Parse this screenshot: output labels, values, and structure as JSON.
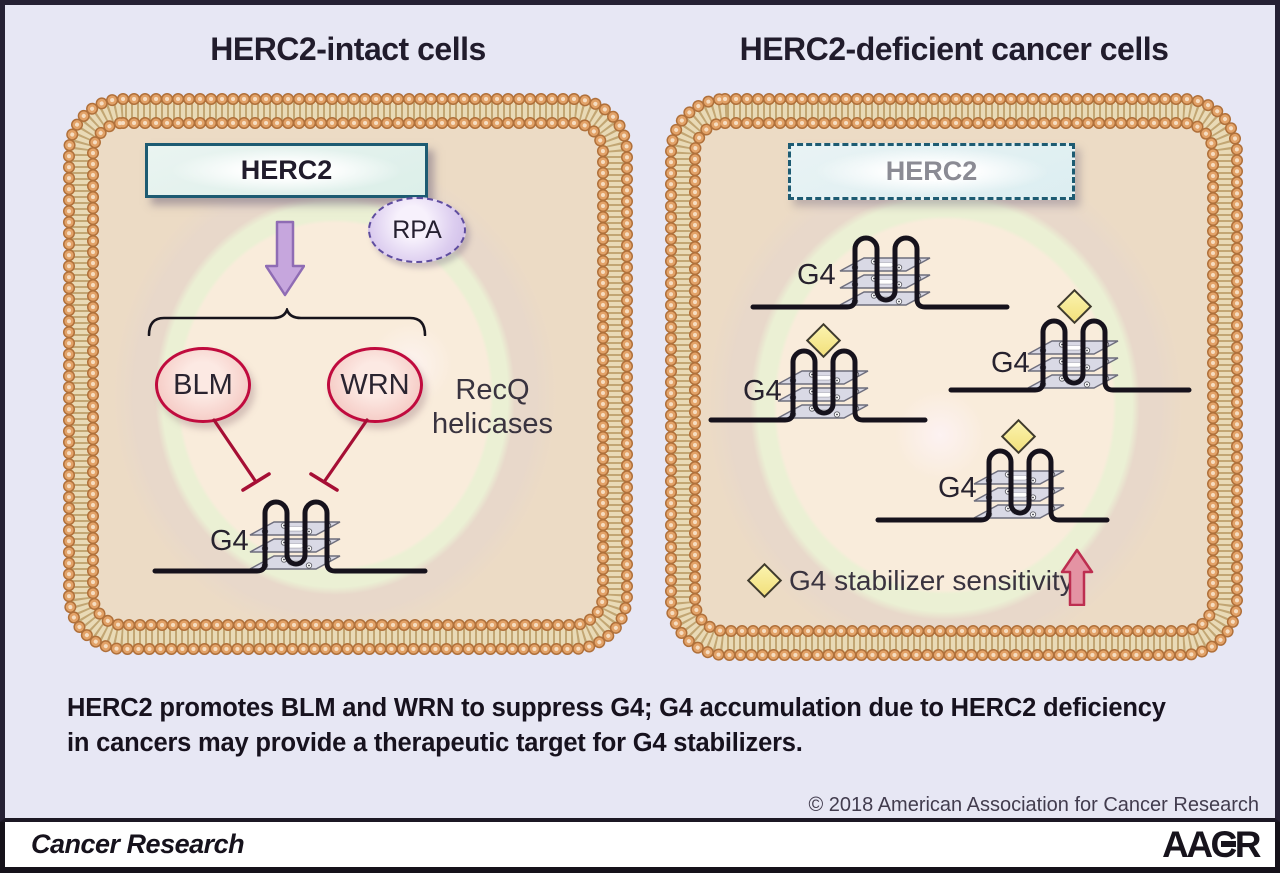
{
  "figure": {
    "left_panel": {
      "title": "HERC2-intact cells",
      "herc2_box": "HERC2",
      "rpa": "RPA",
      "blm": "BLM",
      "wrn": "WRN",
      "recq_line1": "RecQ",
      "recq_line2": "helicases",
      "g4_label": "G4"
    },
    "right_panel": {
      "title": "HERC2-deficient cancer cells",
      "herc2_box": "HERC2",
      "g4_instances": [
        {
          "label": "G4",
          "diamond": false
        },
        {
          "label": "G4",
          "diamond": true
        },
        {
          "label": "G4",
          "diamond": true
        },
        {
          "label": "G4",
          "diamond": true
        }
      ],
      "legend_text": "G4 stabilizer sensitivity"
    },
    "caption_line1": "HERC2 promotes BLM and WRN to suppress G4; G4 accumulation due to HERC2 deficiency",
    "caption_line2": "in cancers may provide a therapeutic target for G4 stabilizers.",
    "copyright": "© 2018 American Association for Cancer Research"
  },
  "footer": {
    "journal": "Cancer Research",
    "logo": "AACR"
  },
  "colors": {
    "background": "#e7e7f4",
    "membrane_bead": "#e2a268",
    "membrane_band": "#e9dab6",
    "cytoplasm": "#ecdbc5",
    "nucleus": "#f9ecdb",
    "herc2_border": "#1d5b72",
    "rpa_fill": "#dccdef",
    "helicase_border": "#c00b3e",
    "arrow_purple": "#c6a6dd",
    "inhibition_red": "#a60f35",
    "diamond_yellow": "#f7ec96",
    "sensitivity_arrow_pink": "#e493a3",
    "g4_plate_gray": "#d9d9e5"
  }
}
